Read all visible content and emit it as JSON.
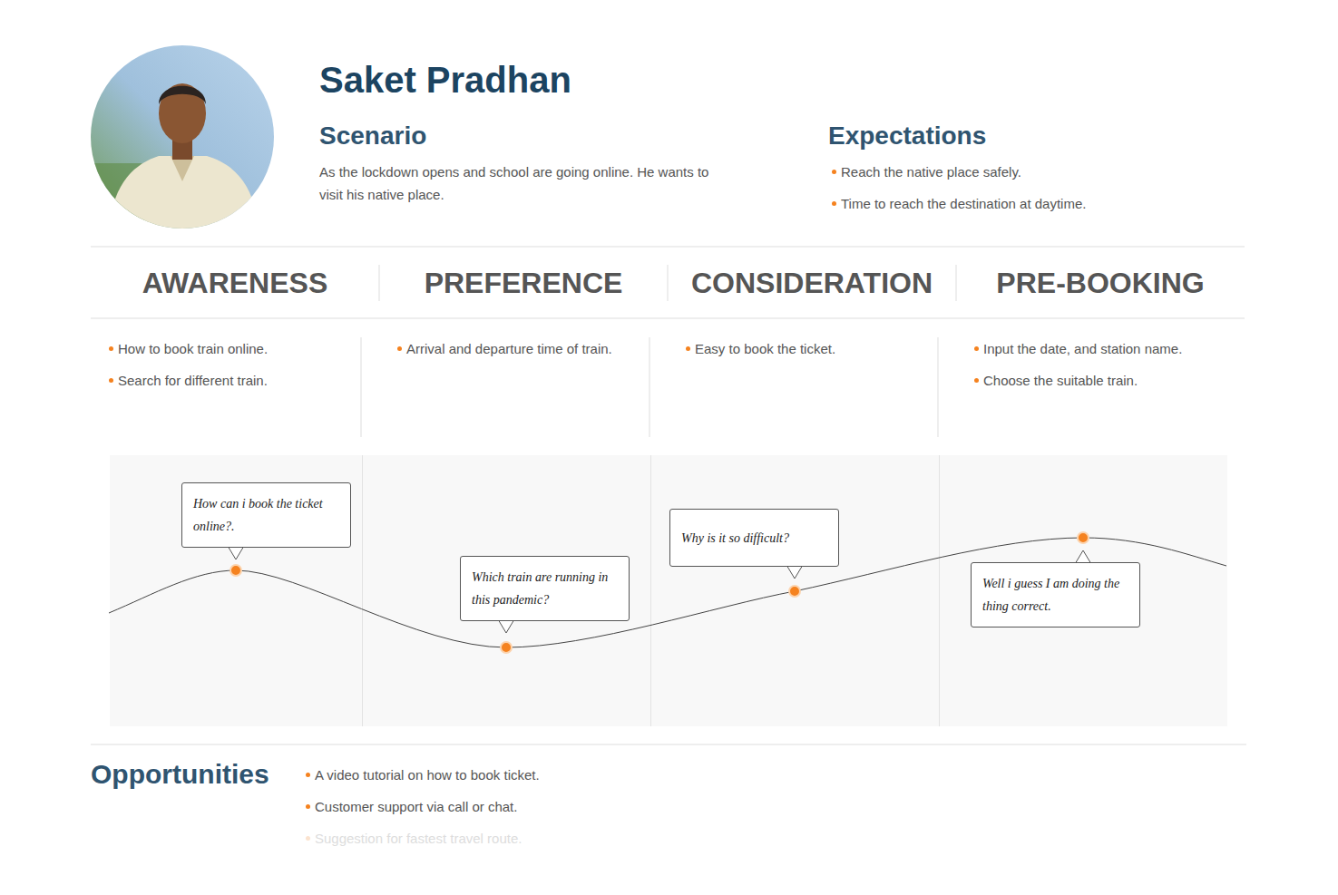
{
  "diagram": {
    "title": "Saket Pradhan",
    "nodes": [
      {
        "text": [
          "How can i book the ticket online?."
        ]
      },
      {
        "text": [
          "Which train are running in this pandemic?"
        ]
      },
      {
        "text": [
          "Why is it so difficult?"
        ]
      },
      {
        "text": [
          "Well i guess I am doing the thing correct."
        ]
      }
    ],
    "labels": [
      "Scenario",
      "As the lockdown opens and school are going online. He wants to visit his native place.",
      "Expectations",
      "Reach the native place safely.",
      "Time to reach the destination at daytime.",
      "AWARENESS",
      "PREFERENCE",
      "CONSIDERATION",
      "PRE-BOOKING",
      "How to book train online.",
      "Search for different train.",
      "Arrival and departure time of train.",
      "Easy to book the ticket.",
      "Input the date, and station name.",
      "Choose the suitable train.",
      "Opportunities",
      "A video tutorial on how to book ticket.",
      "Customer support via call or chat.",
      "Suggestion for fastest travel route."
    ]
  }
}
